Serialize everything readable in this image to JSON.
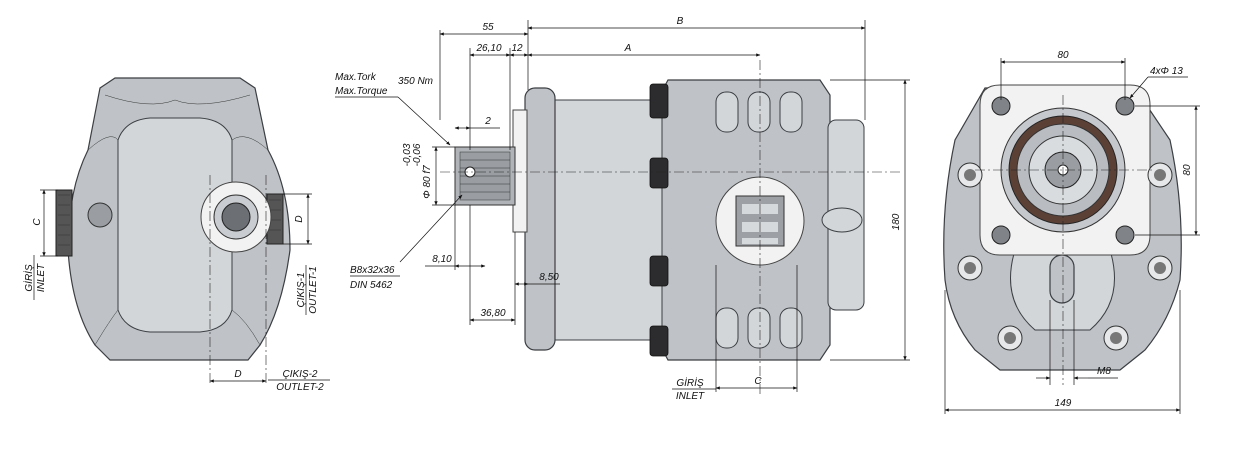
{
  "dimensions": {
    "d55": "55",
    "dB": "B",
    "d2610": "26,10",
    "d12": "12",
    "dA": "A",
    "maxTork": "Max.Tork",
    "maxTorque": "Max.Torque",
    "torqueVal": "350 Nm",
    "d2": "2",
    "shaftDia": "Φ 80 f7",
    "tolUpper": "-0,03",
    "tolLower": "-0,06",
    "spline1": "B8x32x36",
    "spline2": "DIN 5462",
    "d810": "8,10",
    "d850": "8,50",
    "d3680": "36,80",
    "d180": "180",
    "d80top": "80",
    "holes": "4xΦ 13",
    "d80side": "80",
    "m8": "M8",
    "d149": "149",
    "leftC": "C",
    "leftD": "D",
    "leftDbottom": "D",
    "girisLeft": "GİRİŞ",
    "inletLeft": "INLET",
    "cikis1": "ÇIKIŞ-1",
    "outlet1": "OUTLET-1",
    "cikis2": "ÇIKIŞ-2",
    "outlet2": "OUTLET-2",
    "girisMid": "GİRİŞ",
    "inletMid": "INLET",
    "midC": "C"
  }
}
